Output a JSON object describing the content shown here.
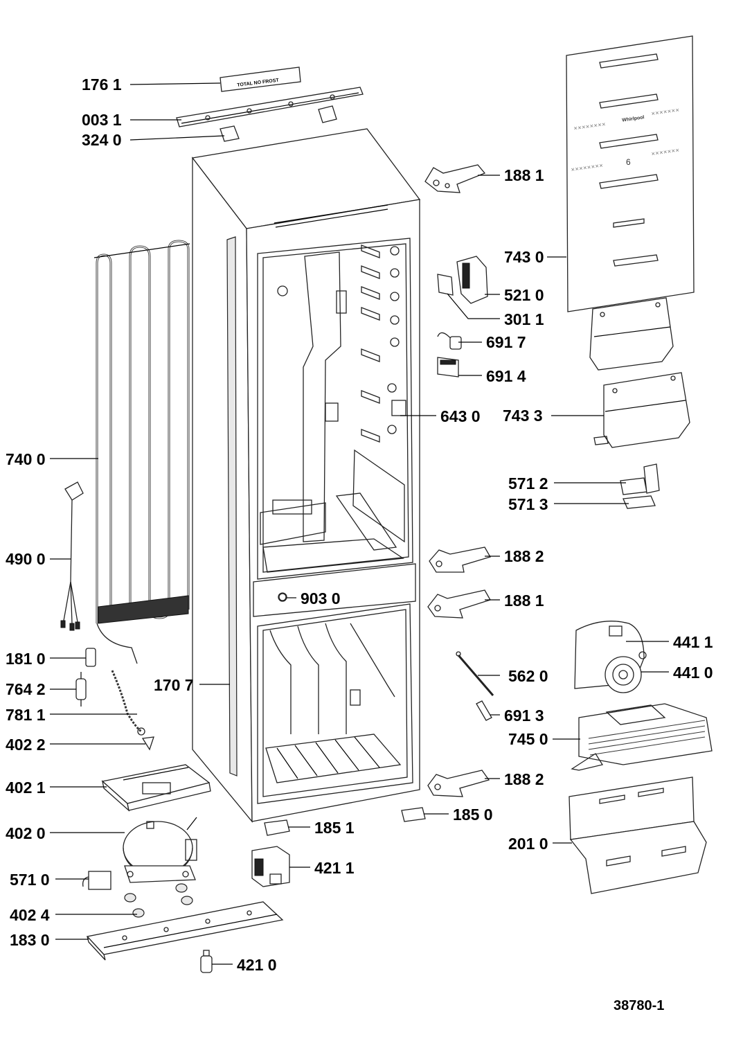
{
  "diagram": {
    "reference_code": "38780-1",
    "label_plate_text": "TOTAL NO FROST",
    "door_logo_text": "Whirlpool",
    "labels": {
      "l1761": "176 1",
      "l0031": "003 1",
      "l3240": "324 0",
      "l1881a": "188 1",
      "l7430": "743 0",
      "l5210": "521 0",
      "l3011": "301 1",
      "l6917": "691 7",
      "l6914": "691 4",
      "l6430": "643 0",
      "l7433": "743 3",
      "l7400": "740 0",
      "l5712": "571 2",
      "l5713": "571 3",
      "l4900": "490 0",
      "l1882a": "188 2",
      "l9030": "903 0",
      "l1881b": "188 1",
      "l4411": "441 1",
      "l1810": "181 0",
      "l4410": "441 0",
      "l1707": "170 7",
      "l5620": "562 0",
      "l7642": "764 2",
      "l7811": "781 1",
      "l6913": "691 3",
      "l7450": "745 0",
      "l4022": "402 2",
      "l4021": "402 1",
      "l1882b": "188 2",
      "l1850": "185 0",
      "l1851": "185 1",
      "l4020": "402 0",
      "l2010": "201 0",
      "l4211": "421 1",
      "l5710": "571 0",
      "l4024": "402 4",
      "l1830": "183 0",
      "l4210": "421 0"
    }
  }
}
